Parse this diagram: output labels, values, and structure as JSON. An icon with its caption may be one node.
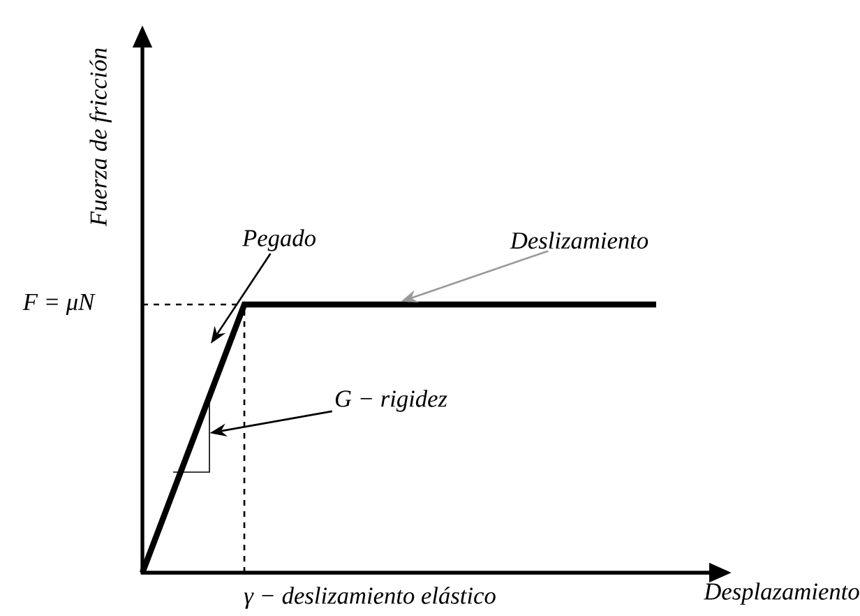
{
  "diagram": {
    "nodes": [
      {
        "text": [
          "Pegado"
        ]
      },
      {
        "text": [
          "Deslizamiento"
        ]
      },
      {
        "text": [
          "G − rigidez"
        ]
      },
      {
        "text": [],
        "shape": "triangle"
      }
    ],
    "edges": [
      {
        "from": 0,
        "to": null,
        "arrow": "to"
      },
      {
        "from": 1,
        "to": null,
        "arrow": "to",
        "color": "#999999"
      },
      {
        "from": 2,
        "to": 3,
        "arrow": "to"
      }
    ],
    "labels": [
      "Fuerza de fricción",
      "F = μN",
      "γ −  deslizamiento elástico",
      "Desplazamiento"
    ]
  }
}
